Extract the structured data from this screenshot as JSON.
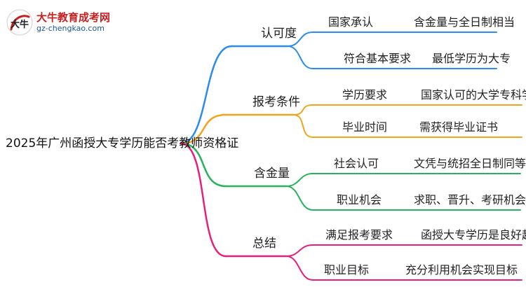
{
  "logo": {
    "title": "大牛教育成考网",
    "url": "gz-chengkao.com",
    "mark_text": "大牛"
  },
  "colors": {
    "blue": "#2a8bf2",
    "orange": "#f2a51c",
    "green": "#27b35c",
    "pink": "#e8207a"
  },
  "root": "2025年广州函授大专学历能否考教师资格证",
  "branches": [
    {
      "label": "认可度",
      "color": "#2a8bf2",
      "children": [
        {
          "key": "国家承认",
          "value": "含金量与全日制相当"
        },
        {
          "key": "符合基本要求",
          "value": "最低学历为大专"
        }
      ]
    },
    {
      "label": "报考条件",
      "color": "#f2a51c",
      "children": [
        {
          "key": "学历要求",
          "value": "国家认可的大学专科学历"
        },
        {
          "key": "毕业时间",
          "value": "需获得毕业证书"
        }
      ]
    },
    {
      "label": "含金量",
      "color": "#27b35c",
      "children": [
        {
          "key": "社会认可",
          "value": "文凭与统招全日制同等效力"
        },
        {
          "key": "职业机会",
          "value": "求职、晋升、考研机会相同"
        }
      ]
    },
    {
      "label": "总结",
      "color": "#e8207a",
      "children": [
        {
          "key": "满足报考要求",
          "value": "函授大专学历是良好起点"
        },
        {
          "key": "职业目标",
          "value": "充分利用机会实现目标"
        }
      ]
    }
  ]
}
